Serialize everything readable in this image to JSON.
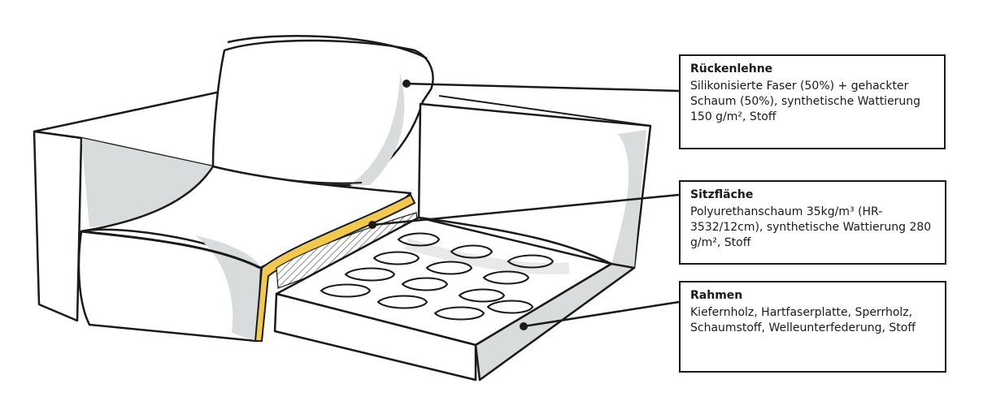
{
  "callouts": {
    "back": {
      "title": "Rückenlehne",
      "description": "Silikonisierte Faser (50%) + gehackter Schaum (50%), synthetische Wattierung 150 g/m², Stoff"
    },
    "seat": {
      "title": "Sitzfläche",
      "description": "Polyurethanschaum 35kg/m³ (HR-3532/12cm), synthetische Wattierung 280 g/m², Stoff"
    },
    "frame": {
      "title": "Rahmen",
      "description": "Kiefernholz, Hartfaserplatte, Sperrholz, Schaumstoff, Welleunterfederung, Stoff"
    }
  },
  "colors": {
    "outline": "#1a1a1a",
    "shade": "#d9dcdc",
    "fabric": "#ffffff",
    "padding_layer": "#f2c94c"
  }
}
